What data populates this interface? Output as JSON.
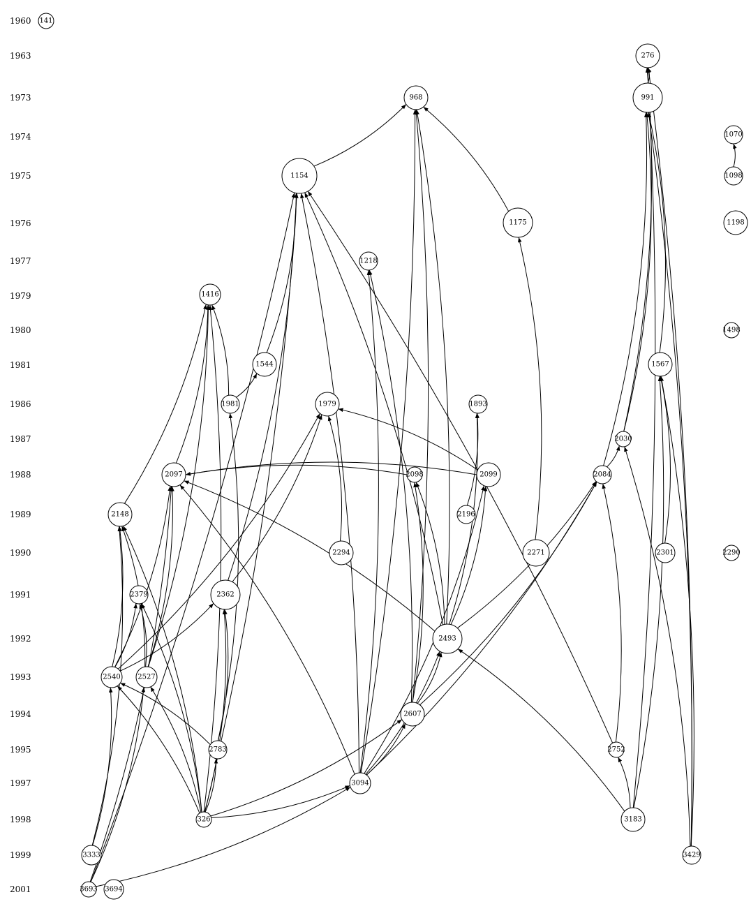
{
  "years": [
    "1960",
    "1963",
    "1973",
    "1974",
    "1975",
    "1976",
    "1977",
    "1979",
    "1980",
    "1981",
    "1986",
    "1987",
    "1988",
    "1989",
    "1990",
    "1991",
    "1992",
    "1993",
    "1994",
    "1995",
    "1997",
    "1998",
    "1999",
    "2001"
  ],
  "nodes": [
    "141",
    "276",
    "968",
    "991",
    "1070",
    "1154",
    "1098",
    "1175",
    "1198",
    "1218",
    "1416",
    "1498",
    "1544",
    "1567",
    "1981",
    "1979",
    "1893",
    "2030",
    "2097",
    "2098",
    "2099",
    "2084",
    "2148",
    "2196",
    "2294",
    "2271",
    "2301",
    "2290",
    "2379",
    "2362",
    "2493",
    "2540",
    "2527",
    "2607",
    "2783",
    "2752",
    "3094",
    "326",
    "3183",
    "3333",
    "3429",
    "3693",
    "3694"
  ],
  "edges": [
    [
      "991",
      "276"
    ],
    [
      "1098",
      "1070"
    ],
    [
      "1154",
      "968"
    ],
    [
      "1175",
      "968"
    ],
    [
      "2493",
      "968"
    ],
    [
      "2607",
      "968"
    ],
    [
      "3094",
      "968"
    ],
    [
      "1544",
      "1154"
    ],
    [
      "2362",
      "1154"
    ],
    [
      "2493",
      "1154"
    ],
    [
      "3094",
      "1154"
    ],
    [
      "326",
      "1154"
    ],
    [
      "3693",
      "1154"
    ],
    [
      "2752",
      "1154"
    ],
    [
      "2271",
      "1175"
    ],
    [
      "3094",
      "1218"
    ],
    [
      "2607",
      "1218"
    ],
    [
      "1981",
      "1416"
    ],
    [
      "2097",
      "1416"
    ],
    [
      "2148",
      "1416"
    ],
    [
      "2527",
      "1416"
    ],
    [
      "326",
      "1416"
    ],
    [
      "1981",
      "1544"
    ],
    [
      "3183",
      "1567"
    ],
    [
      "2301",
      "1567"
    ],
    [
      "3429",
      "1567"
    ],
    [
      "2294",
      "1979"
    ],
    [
      "2099",
      "1979"
    ],
    [
      "2362",
      "1979"
    ],
    [
      "2540",
      "1979"
    ],
    [
      "2196",
      "1893"
    ],
    [
      "2493",
      "1893"
    ],
    [
      "3429",
      "2030"
    ],
    [
      "2030",
      "276"
    ],
    [
      "2030",
      "991"
    ],
    [
      "1567",
      "991"
    ],
    [
      "2084",
      "991"
    ],
    [
      "3429",
      "991"
    ],
    [
      "3429",
      "276"
    ],
    [
      "3183",
      "276"
    ],
    [
      "2098",
      "2097"
    ],
    [
      "2099",
      "2097"
    ],
    [
      "2493",
      "2097"
    ],
    [
      "2527",
      "2097"
    ],
    [
      "2540",
      "2097"
    ],
    [
      "3094",
      "2097"
    ],
    [
      "3693",
      "2097"
    ],
    [
      "2493",
      "2098"
    ],
    [
      "2607",
      "2098"
    ],
    [
      "2493",
      "2099"
    ],
    [
      "3094",
      "2099"
    ],
    [
      "2084",
      "2030"
    ],
    [
      "2493",
      "2084"
    ],
    [
      "2607",
      "2084"
    ],
    [
      "2752",
      "2084"
    ],
    [
      "3094",
      "2084"
    ],
    [
      "2540",
      "2148"
    ],
    [
      "2527",
      "2148"
    ],
    [
      "326",
      "2148"
    ],
    [
      "3333",
      "2148"
    ],
    [
      "2540",
      "2379"
    ],
    [
      "2527",
      "2379"
    ],
    [
      "326",
      "2379"
    ],
    [
      "326",
      "2362"
    ],
    [
      "2783",
      "2362"
    ],
    [
      "2540",
      "2362"
    ],
    [
      "2607",
      "2493"
    ],
    [
      "3094",
      "2493"
    ],
    [
      "3183",
      "2493"
    ],
    [
      "3333",
      "2540"
    ],
    [
      "326",
      "2540"
    ],
    [
      "2783",
      "2540"
    ],
    [
      "3693",
      "2527"
    ],
    [
      "326",
      "2527"
    ],
    [
      "3094",
      "2607"
    ],
    [
      "326",
      "2607"
    ],
    [
      "326",
      "2783"
    ],
    [
      "2783",
      "1981"
    ],
    [
      "3183",
      "2752"
    ],
    [
      "3693",
      "3094"
    ],
    [
      "326",
      "3094"
    ]
  ]
}
